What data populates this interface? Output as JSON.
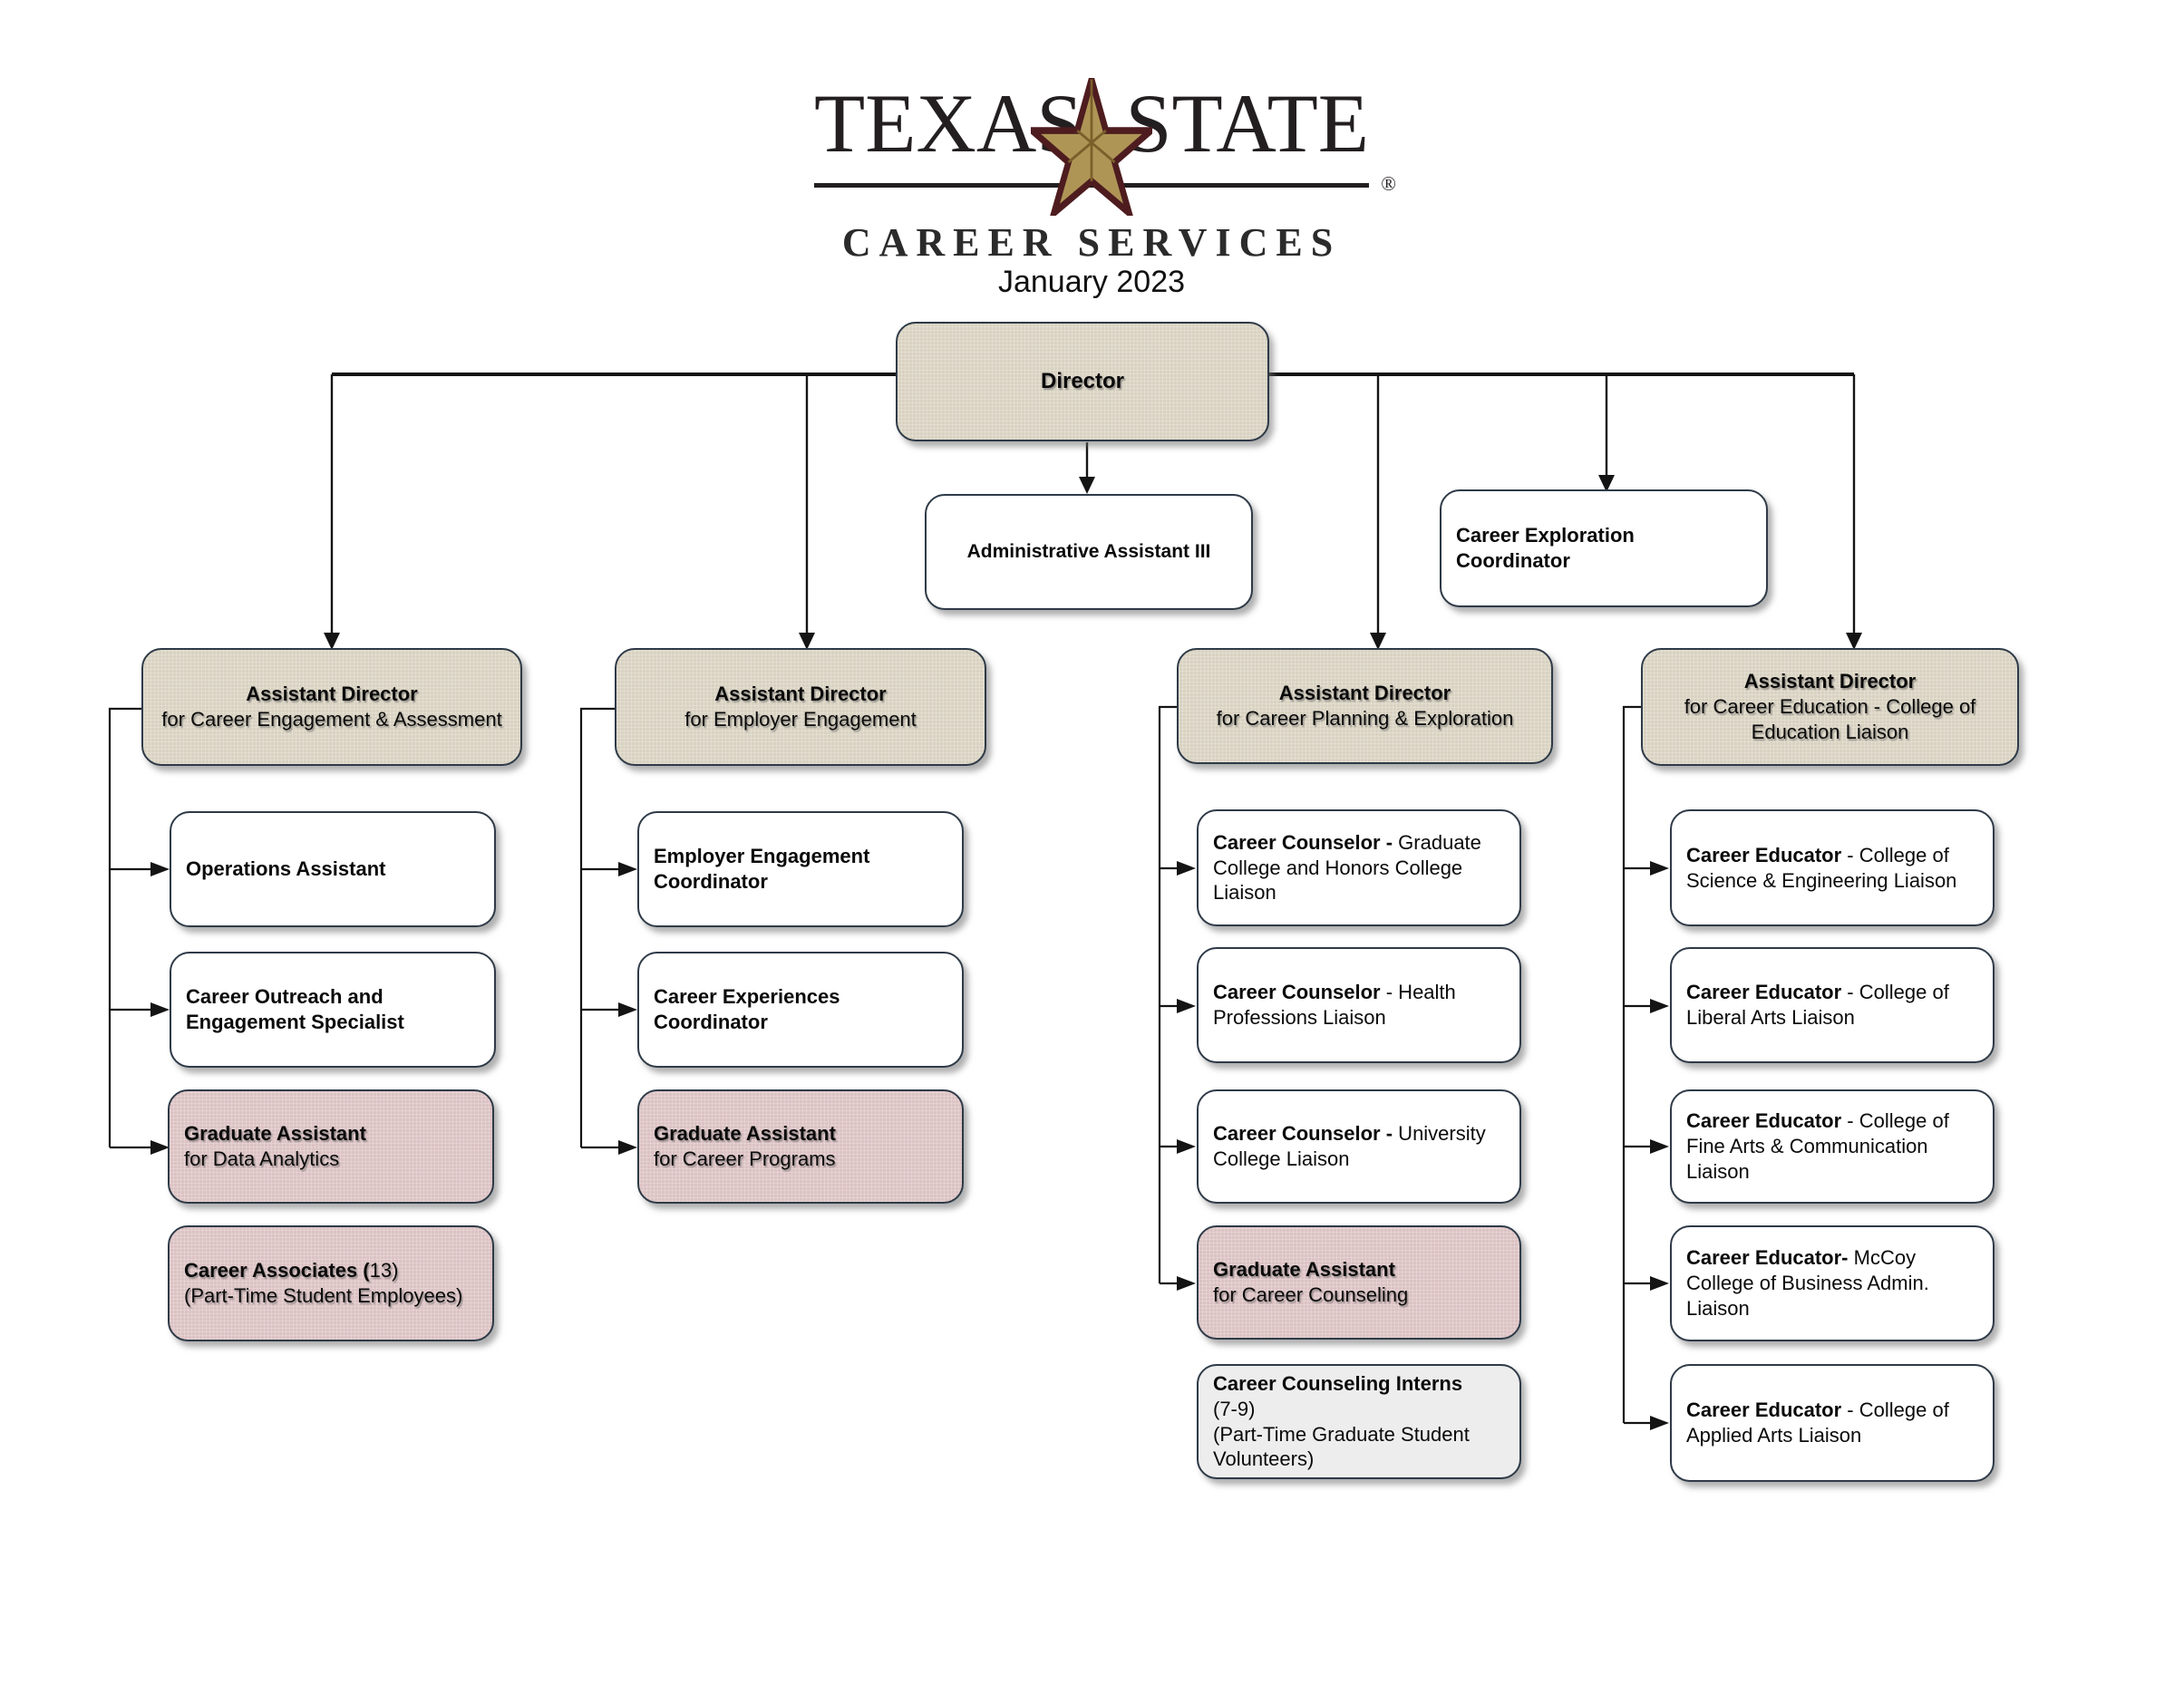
{
  "logo": {
    "word_left": "TEXAS",
    "word_right": "STATE",
    "subtitle": "CAREER SERVICES",
    "registered": "®"
  },
  "date": "January 2023",
  "colors": {
    "tan_box": "#d9d2c1",
    "pink_box": "#dcc2c3",
    "gray_box": "#ededed",
    "white_box": "#ffffff",
    "box_border": "#2e3a47",
    "connector_line": "#141414",
    "star_gold": "#ae9556",
    "star_maroon": "#4e1c1f",
    "logo_text": "#231f20"
  },
  "boxes": {
    "director": {
      "bold": "Director",
      "rest": ""
    },
    "admin_assistant": {
      "bold": "Administrative Assistant III",
      "rest": ""
    },
    "career_exploration_coordinator": {
      "bold": "Career Exploration Coordinator",
      "rest": ""
    },
    "assistant_directors": [
      {
        "bold": "Assistant Director",
        "rest": "\nfor Career Engagement & Assessment"
      },
      {
        "bold": "Assistant Director",
        "rest": "\nfor Employer Engagement"
      },
      {
        "bold": "Assistant Director",
        "rest": "\nfor Career Planning & Exploration"
      },
      {
        "bold": "Assistant Director",
        "rest": "\nfor Career Education - College of Education Liaison"
      }
    ],
    "col1": [
      {
        "bold": "Operations Assistant",
        "rest": ""
      },
      {
        "bold": "Career Outreach and Engagement Specialist",
        "rest": ""
      },
      {
        "bold": "Graduate Assistant",
        "rest": "\nfor Data Analytics"
      },
      {
        "bold": "Career Associates (",
        "rest": "13)\n(Part-Time Student Employees)"
      }
    ],
    "col2": [
      {
        "bold": "Employer Engagement Coordinator",
        "rest": ""
      },
      {
        "bold": "Career Experiences Coordinator",
        "rest": ""
      },
      {
        "bold": "Graduate Assistant",
        "rest": "\nfor Career Programs"
      }
    ],
    "col3": [
      {
        "bold": "Career Counselor -",
        "rest": " Graduate College and Honors College Liaison"
      },
      {
        "bold": "Career Counselor",
        "rest": " - Health Professions Liaison"
      },
      {
        "bold": "Career Counselor -",
        "rest": " University College Liaison"
      },
      {
        "bold": "Graduate Assistant",
        "rest": "\nfor Career Counseling"
      },
      {
        "bold": "Career Counseling Interns",
        "rest": "\n(7-9)\n(Part-Time Graduate Student Volunteers)"
      }
    ],
    "col4": [
      {
        "bold": "Career Educator",
        "rest": " - College of Science & Engineering Liaison"
      },
      {
        "bold": "Career Educator",
        "rest": " - College of Liberal Arts Liaison"
      },
      {
        "bold": "Career Educator",
        "rest": " - College of Fine Arts & Communication Liaison"
      },
      {
        "bold": "Career Educator-",
        "rest": " McCoy College of Business Admin. Liaison"
      },
      {
        "bold": "Career Educator",
        "rest": " - College of Applied Arts Liaison"
      }
    ]
  }
}
